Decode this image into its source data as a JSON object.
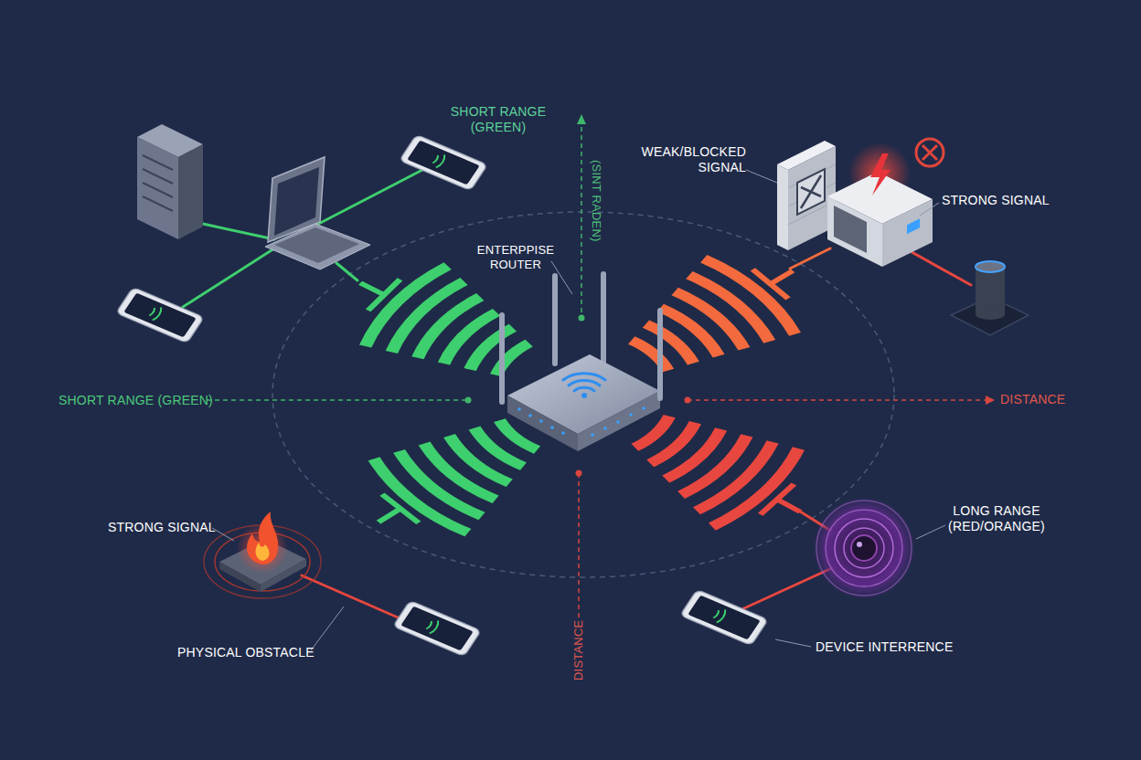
{
  "diagram": {
    "labels": [
      "SHORT RANGE (GREEN)",
      "(SINT RADEN)",
      "WEAK/BLOCKED SIGNAL",
      "STRONG SIGNAL",
      "ENTERPPISE ROUTER",
      "SHORT RANGE (GREEN)",
      "DISTANCE",
      "STRONG SIGNAL",
      "LONG RANGE (RED/ORANGE)",
      "PHYSICAL OBSTACLE",
      "DISTANCE",
      "DEVICE INTERRENCE"
    ]
  }
}
